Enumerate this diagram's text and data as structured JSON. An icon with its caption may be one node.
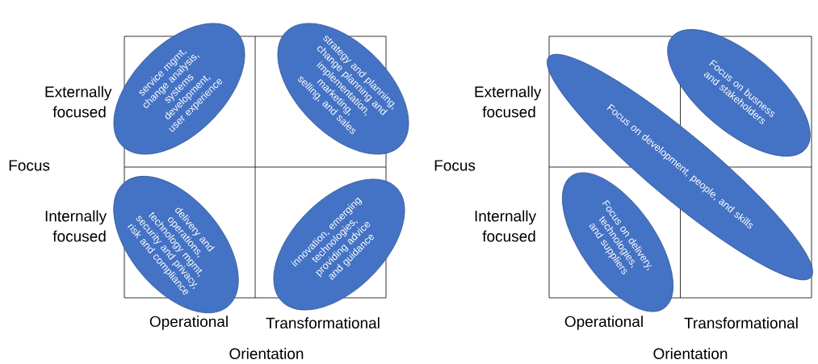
{
  "diagram": {
    "nodes": [
      {
        "text": [
          "service mgmt, change analysis, systems development, user experience"
        ]
      },
      {
        "text": [
          "strategy and planning, change planning and implementation, marketing, selling, and sales"
        ]
      },
      {
        "text": [
          "delivery and operations, technology mgmt, security and privacy, risk and compliance"
        ]
      },
      {
        "text": [
          "innovation, emerging technologies, providing advice and guidance"
        ]
      },
      {
        "text": [
          "Focus on development, people, and skills"
        ]
      },
      {
        "text": [
          "Focus on busness and stakeholders"
        ]
      },
      {
        "text": [
          "Focus on delivery, technologies, and suppliers"
        ]
      }
    ],
    "labels": [
      "Externally focused",
      "Externally focused",
      "Focus",
      "Focus",
      "Internally focused",
      "Internally focused",
      "Operational",
      "Transformational",
      "Operational",
      "Transformational",
      "Orientation",
      "Orientation"
    ]
  }
}
